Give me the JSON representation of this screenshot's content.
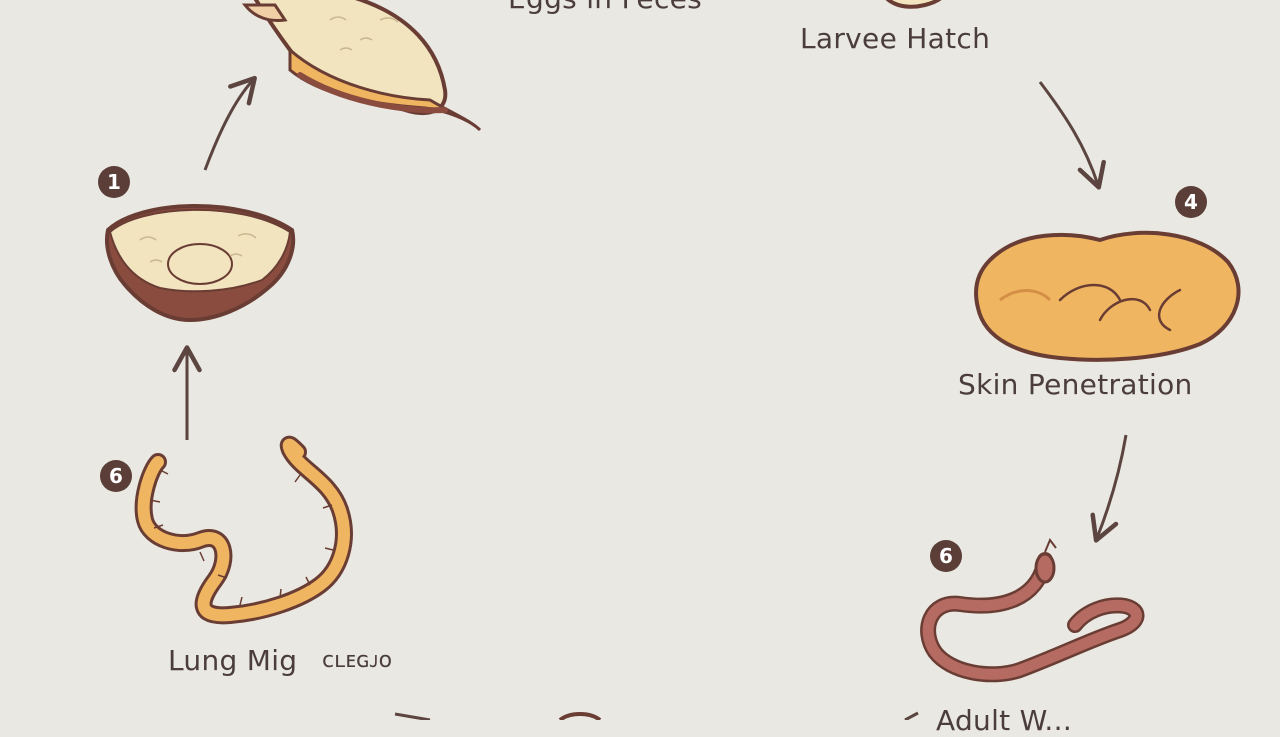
{
  "diagram": {
    "stages": [
      {
        "id": "eggs",
        "label": "Eggs in Feces",
        "number": ""
      },
      {
        "id": "larvae",
        "label": "Larvee Hatch",
        "number": ""
      },
      {
        "id": "skin",
        "label": "Skin Penetration",
        "number": "4"
      },
      {
        "id": "adult",
        "label": "Adult W...",
        "number": "6"
      },
      {
        "id": "lung",
        "label": "Lung Mig",
        "number": "6"
      },
      {
        "id": "origin",
        "label": "",
        "number": "1"
      }
    ],
    "lung_scribble": "ᴄʟᴇɢᴊᴏ",
    "colors": {
      "background": "#e9e8e2",
      "outline": "#6a3d34",
      "arrow": "#5c4540",
      "tan": "#f1e4bf",
      "brown": "#8a4c3e",
      "orange": "#f0b561",
      "worm_red": "#b56a62",
      "text": "#4a3d3a",
      "badge": "#5b3e38"
    },
    "icons": [
      "feces-sample-icon",
      "skin-blob-icon",
      "adult-worm-icon",
      "larva-worm-icon",
      "egg-icon"
    ]
  }
}
